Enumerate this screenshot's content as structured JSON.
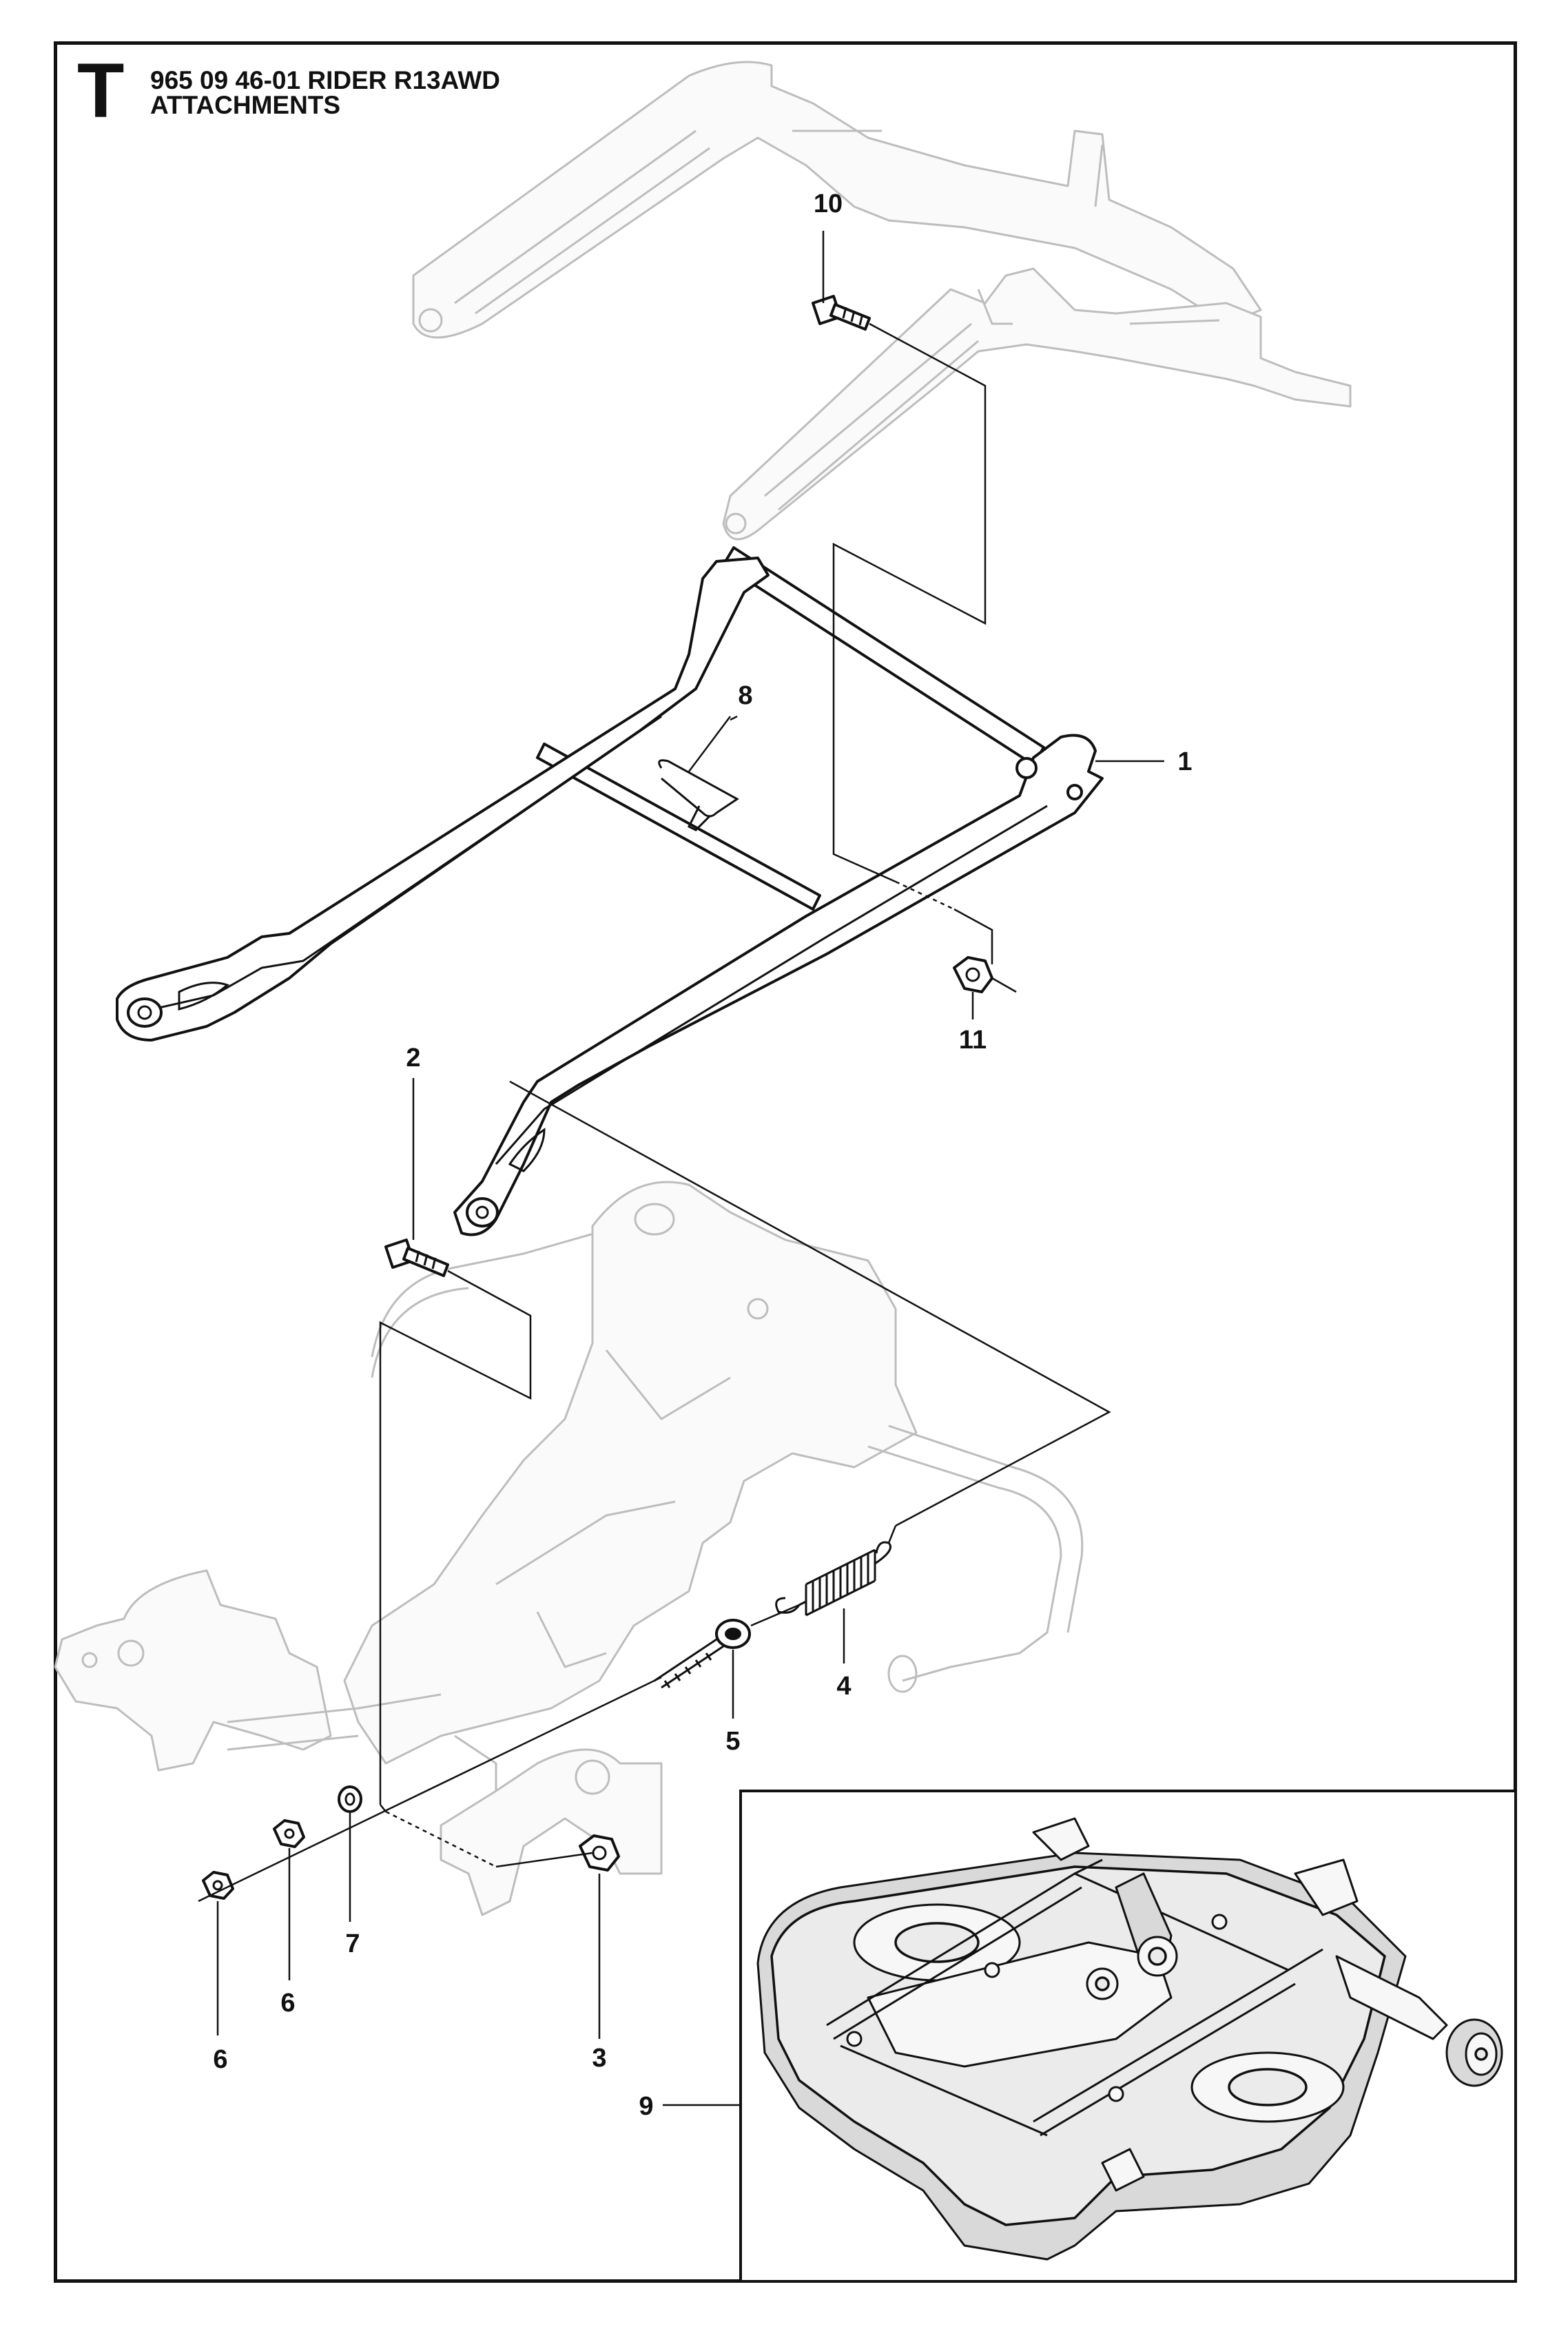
{
  "header": {
    "section_letter": "T",
    "title_line1": "965 09 46-01 RIDER R13AWD",
    "title_line2": "ATTACHMENTS"
  },
  "callouts": [
    {
      "key": "c1",
      "label": "1"
    },
    {
      "key": "c2",
      "label": "2"
    },
    {
      "key": "c3",
      "label": "3"
    },
    {
      "key": "c4",
      "label": "4"
    },
    {
      "key": "c5",
      "label": "5"
    },
    {
      "key": "c6a",
      "label": "6"
    },
    {
      "key": "c6b",
      "label": "6"
    },
    {
      "key": "c7",
      "label": "7"
    },
    {
      "key": "c8",
      "label": "8"
    },
    {
      "key": "c9",
      "label": "9"
    },
    {
      "key": "c10",
      "label": "10"
    },
    {
      "key": "c11",
      "label": "11"
    }
  ],
  "colors": {
    "ink": "#111111",
    "ghost_outline": "#bdbdbd",
    "deck_fill": "#ebebeb"
  }
}
